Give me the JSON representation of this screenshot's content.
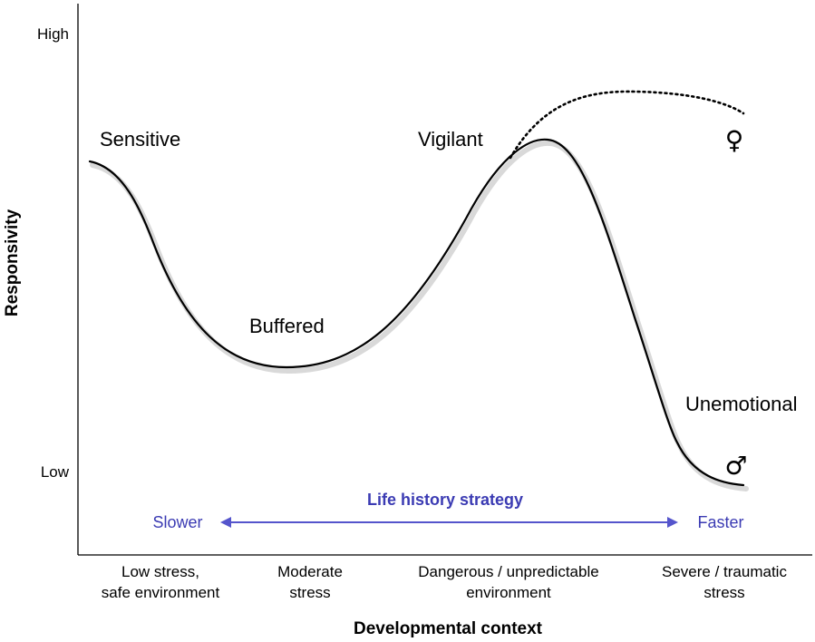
{
  "axes": {
    "y_title": "Responsivity",
    "y_high": "High",
    "y_low": "Low",
    "x_title": "Developmental context"
  },
  "regions": {
    "sensitive": "Sensitive",
    "buffered": "Buffered",
    "vigilant": "Vigilant",
    "unemotional": "Unemotional"
  },
  "symbols": {
    "female": "♀",
    "male": "♂"
  },
  "life_history": {
    "title": "Life history strategy",
    "left": "Slower",
    "right": "Faster",
    "color": "#3b3bb3",
    "arrow_color": "#5555cc"
  },
  "categories": [
    {
      "line1": "Low stress,",
      "line2": "safe environment"
    },
    {
      "line1": "Moderate",
      "line2": "stress"
    },
    {
      "line1": "Dangerous / unpredictable",
      "line2": "environment"
    },
    {
      "line1": "Severe / traumatic",
      "line2": "stress"
    }
  ]
}
